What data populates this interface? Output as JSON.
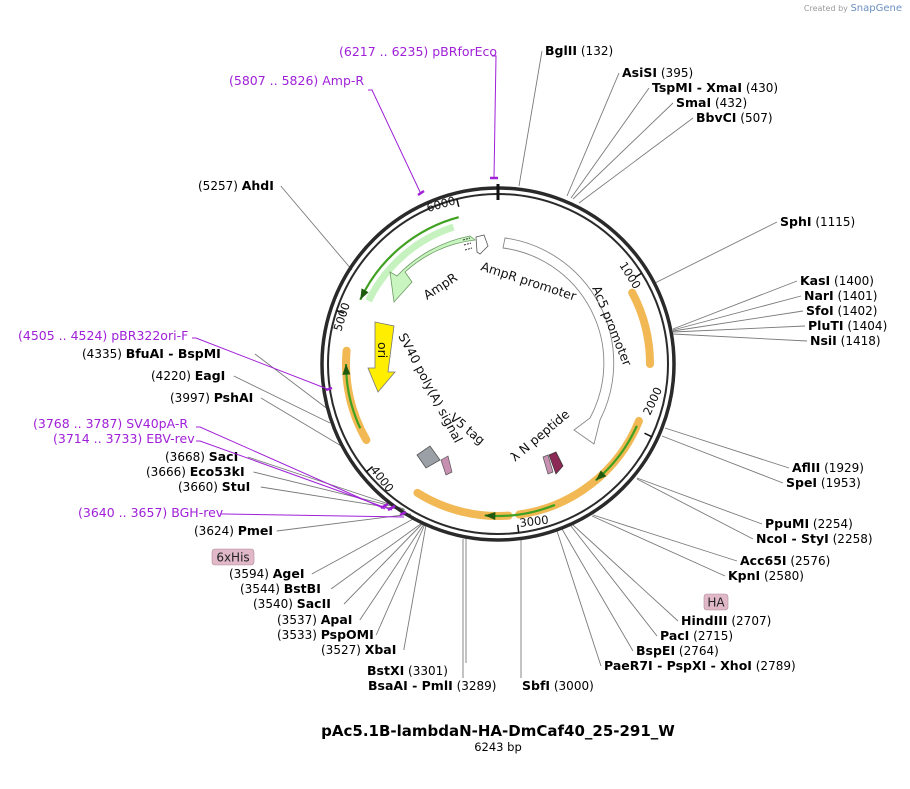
{
  "credit": {
    "prefix": "Created by",
    "brand": "SnapGene"
  },
  "plasmid": {
    "name": "pAc5.1B-lambdaN-HA-DmCaf40_25-291_W",
    "size": "6243 bp"
  },
  "sites": [
    {
      "parts": [
        {
          "t": "BglII"
        }
      ],
      "pos": "(132)"
    },
    {
      "parts": [
        {
          "t": "AsiSI"
        }
      ],
      "pos": "(395)"
    },
    {
      "parts": [
        {
          "t": "TspMI"
        },
        {
          "t": "XmaI"
        }
      ],
      "pos": "(430)"
    },
    {
      "parts": [
        {
          "t": "SmaI"
        }
      ],
      "pos": "(432)"
    },
    {
      "parts": [
        {
          "t": "BbvCI"
        }
      ],
      "pos": "(507)"
    },
    {
      "parts": [
        {
          "t": "SphI"
        }
      ],
      "pos": "(1115)"
    },
    {
      "parts": [
        {
          "t": "KasI"
        }
      ],
      "pos": "(1400)"
    },
    {
      "parts": [
        {
          "t": "NarI"
        }
      ],
      "pos": "(1401)"
    },
    {
      "parts": [
        {
          "t": "SfoI"
        }
      ],
      "pos": "(1402)"
    },
    {
      "parts": [
        {
          "t": "PluTI"
        }
      ],
      "pos": "(1404)"
    },
    {
      "parts": [
        {
          "t": "NsiI"
        }
      ],
      "pos": "(1418)"
    },
    {
      "parts": [
        {
          "t": "AflII"
        }
      ],
      "pos": "(1929)"
    },
    {
      "parts": [
        {
          "t": "SpeI"
        }
      ],
      "pos": "(1953)"
    },
    {
      "parts": [
        {
          "t": "PpuMI"
        }
      ],
      "pos": "(2254)"
    },
    {
      "parts": [
        {
          "t": "NcoI"
        },
        {
          "t": "StyI"
        }
      ],
      "pos": "(2258)"
    },
    {
      "parts": [
        {
          "t": "Acc65I"
        }
      ],
      "pos": "(2576)"
    },
    {
      "parts": [
        {
          "t": "KpnI"
        }
      ],
      "pos": "(2580)"
    },
    {
      "parts": [
        {
          "t": "HindIII"
        }
      ],
      "pos": "(2707)"
    },
    {
      "parts": [
        {
          "t": "PacI"
        }
      ],
      "pos": "(2715)"
    },
    {
      "parts": [
        {
          "t": "BspEI"
        }
      ],
      "pos": "(2764)"
    },
    {
      "parts": [
        {
          "t": "PaeR7I"
        },
        {
          "t": "PspXI"
        },
        {
          "t": "XhoI"
        }
      ],
      "pos": "(2789)"
    },
    {
      "parts": [
        {
          "t": "SbfI"
        }
      ],
      "pos": "(3000)"
    },
    {
      "parts": [
        {
          "t": "BstXI"
        }
      ],
      "pos": "(3301)"
    },
    {
      "parts": [
        {
          "t": "BsaAI"
        },
        {
          "t": "PmlI"
        }
      ],
      "pos": "(3289)"
    },
    {
      "parts": [
        {
          "t": "XbaI"
        }
      ],
      "pos": "(3527)"
    },
    {
      "parts": [
        {
          "t": "PspOMI"
        }
      ],
      "pos": "(3533)"
    },
    {
      "parts": [
        {
          "t": "ApaI"
        }
      ],
      "pos": "(3537)"
    },
    {
      "parts": [
        {
          "t": "SacII"
        }
      ],
      "pos": "(3540)"
    },
    {
      "parts": [
        {
          "t": "BstBI"
        }
      ],
      "pos": "(3544)"
    },
    {
      "parts": [
        {
          "t": "AgeI"
        }
      ],
      "pos": "(3594)"
    },
    {
      "parts": [
        {
          "t": "PmeI"
        }
      ],
      "pos": "(3624)"
    },
    {
      "parts": [
        {
          "t": "StuI"
        }
      ],
      "pos": "(3660)"
    },
    {
      "parts": [
        {
          "t": "Eco53kI"
        }
      ],
      "pos": "(3666)"
    },
    {
      "parts": [
        {
          "t": "SacI"
        }
      ],
      "pos": "(3668)"
    },
    {
      "parts": [
        {
          "t": "PshAI"
        }
      ],
      "pos": "(3997)"
    },
    {
      "parts": [
        {
          "t": "EagI"
        }
      ],
      "pos": "(4220)"
    },
    {
      "parts": [
        {
          "t": "BfuAI"
        },
        {
          "t": "BspMI"
        }
      ],
      "pos": "(4335)"
    },
    {
      "parts": [
        {
          "t": "AhdI"
        }
      ],
      "pos": "(5257)"
    }
  ],
  "primers": [
    {
      "name": "pBRforEco",
      "range": "(6217 .. 6235)"
    },
    {
      "name": "Amp-R",
      "range": "(5807 .. 5826)"
    },
    {
      "name": "pBR322ori-F",
      "range": "(4505 .. 4524)"
    },
    {
      "name": "SV40pA-R",
      "range": "(3768 .. 3787)"
    },
    {
      "name": "EBV-rev",
      "range": "(3714 .. 3733)"
    },
    {
      "name": "BGH-rev",
      "range": "(3640 .. 3657)"
    }
  ],
  "tags": [
    {
      "name": "6xHis"
    },
    {
      "name": "HA"
    }
  ],
  "features": [
    {
      "name": "AmpR promoter"
    },
    {
      "name": "AmpR"
    },
    {
      "name": "Ac5 promoter"
    },
    {
      "name": "ori"
    },
    {
      "name": "SV40 poly(A) signal"
    },
    {
      "name": "V5 tag"
    },
    {
      "name": "λ N peptide"
    }
  ],
  "ticks": [
    "1000",
    "2000",
    "3000",
    "4000",
    "5000",
    "6000"
  ],
  "colors": {
    "primer": "#a020d8",
    "amp": "#c9f5c1",
    "ori": "#ffee00",
    "orange": "#f0b040",
    "green": "#40a020",
    "tagbox": "#e0b8c8",
    "lambda": "#8c2a55",
    "v5": "#c890b0",
    "sv40": "#9aa0a6"
  }
}
